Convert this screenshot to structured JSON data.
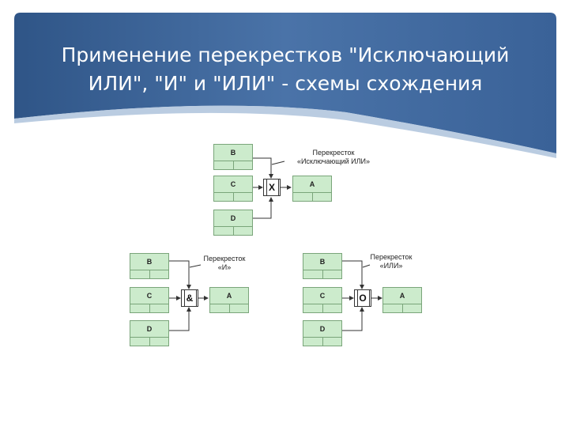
{
  "slide": {
    "title_line1": "Применение перекрестков \"Исключающий",
    "title_line2": "ИЛИ\", \"И\" и \"ИЛИ\" - схемы схождения"
  },
  "diagram": {
    "xor": {
      "caption_line1": "Перекресток",
      "caption_line2": "«Исключающий ИЛИ»",
      "symbol": "X",
      "boxes": [
        "B",
        "C",
        "D",
        "A"
      ]
    },
    "and": {
      "caption_line1": "Перекресток",
      "caption_line2": "«И»",
      "symbol": "&",
      "boxes": [
        "B",
        "C",
        "D",
        "A"
      ]
    },
    "or": {
      "caption_line1": "Перекресток",
      "caption_line2": "«ИЛИ»",
      "symbol": "O",
      "boxes": [
        "B",
        "C",
        "D",
        "A"
      ]
    }
  },
  "colors": {
    "header_blue": "#3d6396",
    "box_fill": "#ccebcc",
    "box_border": "#7aa57a"
  }
}
